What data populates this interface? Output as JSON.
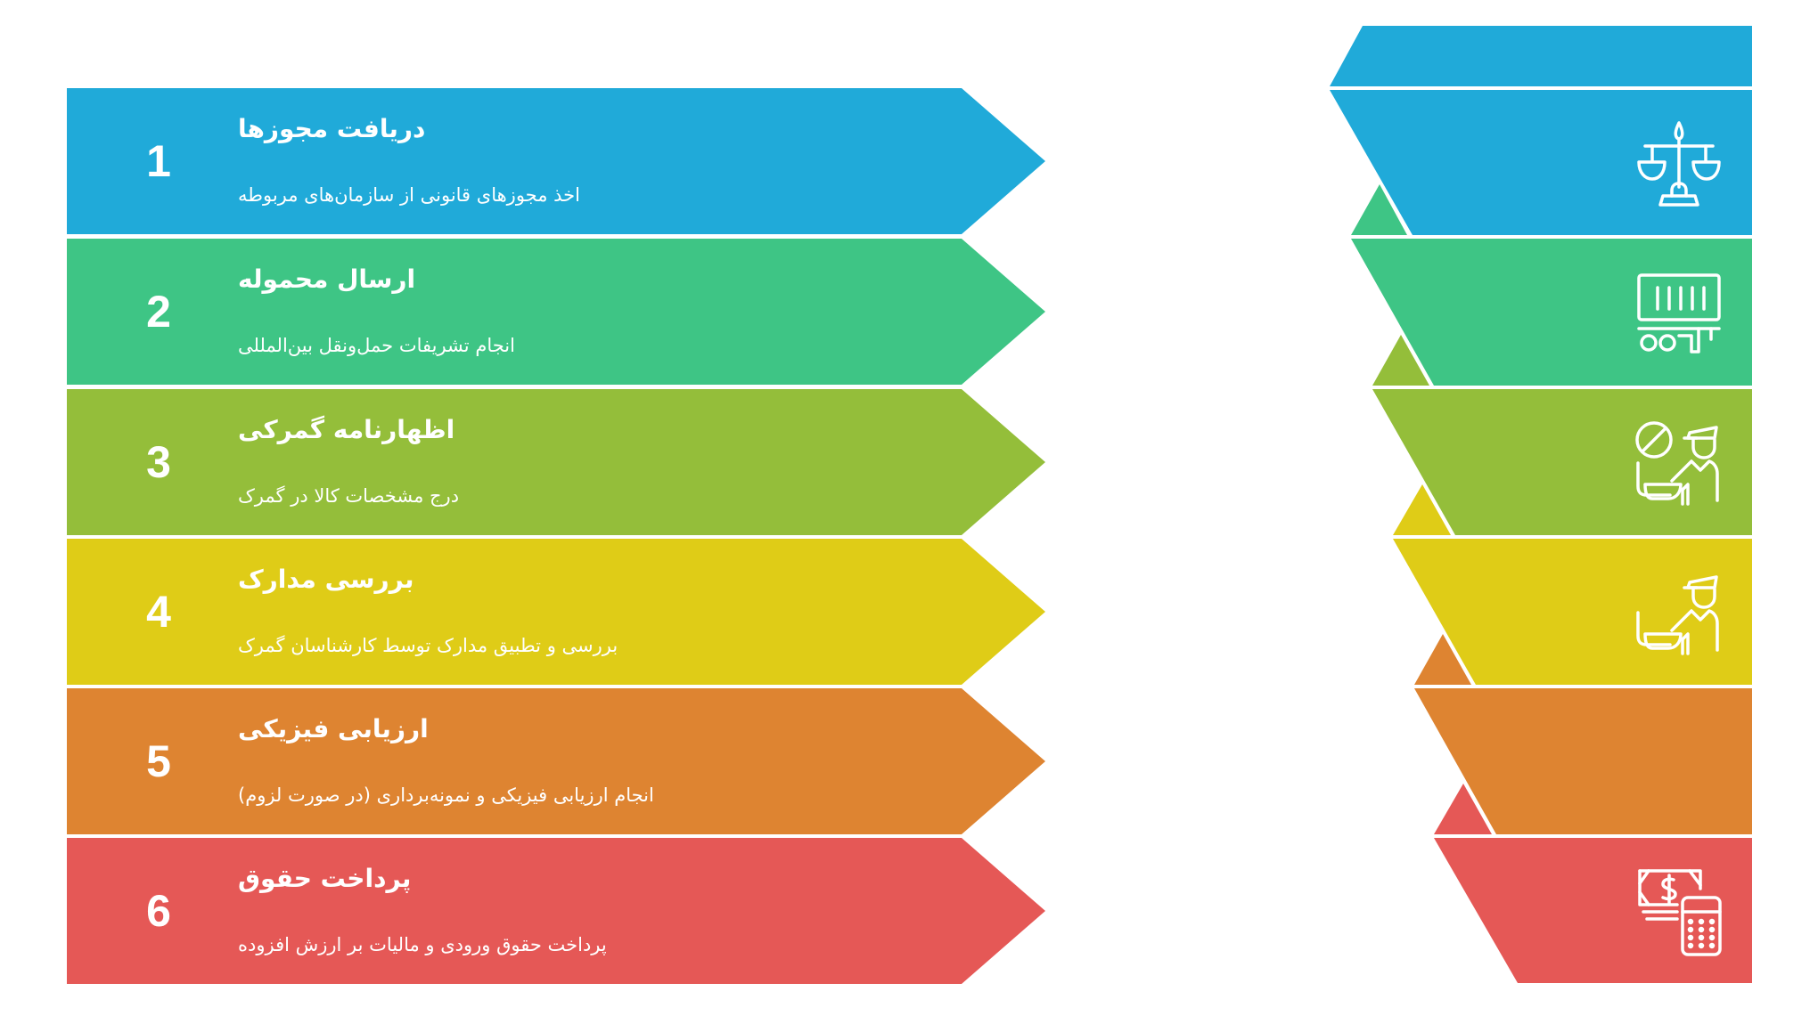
{
  "diagram": {
    "direction": "rtl",
    "steps": [
      {
        "number": "1",
        "title": "دریافت مجوزها",
        "description": "اخذ مجوزهای قانونی از سازمان‌های مربوطه",
        "color": "#20AAD9",
        "icon": "scales-of-justice-icon"
      },
      {
        "number": "2",
        "title": "ارسال محموله",
        "description": "انجام تشریفات حمل‌ونقل بین‌المللی",
        "color": "#3EC585",
        "icon": "cargo-container-icon"
      },
      {
        "number": "3",
        "title": "اظهارنامه گمرکی",
        "description": "درج مشخصات کالا در گمرک",
        "color": "#94BE3A",
        "icon": "customs-officer-prohibited-icon"
      },
      {
        "number": "4",
        "title": "بررسی مدارک",
        "description": "بررسی و تطبیق مدارک توسط کارشناسان گمرک",
        "color": "#DFCC17",
        "icon": "customs-officer-icon"
      },
      {
        "number": "5",
        "title": "ارزیابی فیزیکی",
        "description": "انجام ارزیابی فیزیکی و نمونه‌برداری (در صورت لزوم)",
        "color": "#DE8431",
        "icon": ""
      },
      {
        "number": "6",
        "title": "پرداخت حقوق",
        "description": "پرداخت حقوق ورودی و مالیات بر ارزش افزوده",
        "color": "#E55856",
        "icon": "money-calculator-icon"
      }
    ],
    "top_strip_color": "#20AAD9"
  }
}
